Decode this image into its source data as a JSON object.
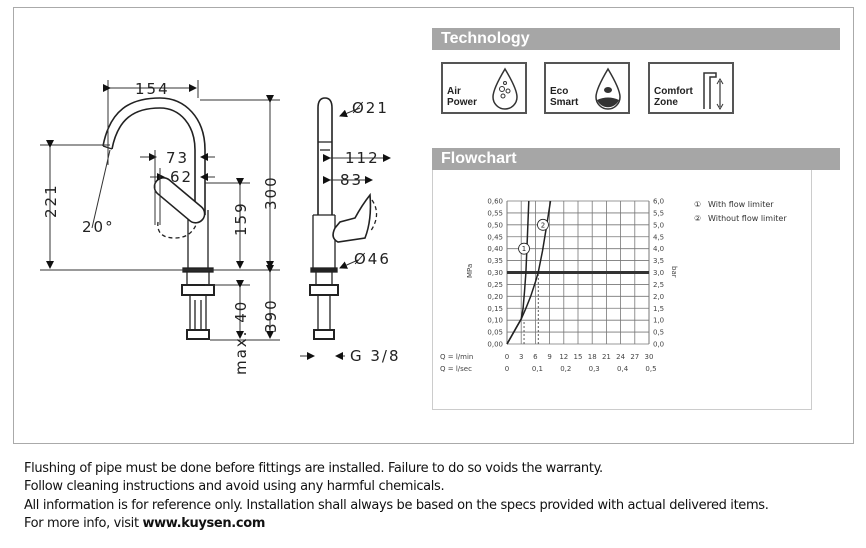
{
  "drawing": {
    "dimensions": {
      "spout_reach": "154",
      "spout_height": "221",
      "angle": "20°",
      "handle_73": "73",
      "handle_62": "62",
      "handle_height": "159",
      "total_height": "300",
      "max_40": "max. 40",
      "hose_390": "390",
      "spout_dia": "Ø21",
      "side_112": "112",
      "side_83": "83",
      "base_dia": "Ø46",
      "thread": "G 3/8"
    }
  },
  "technology": {
    "title": "Technology",
    "items": [
      {
        "line1": "Air",
        "line2": "Power",
        "icon": "air-power-drop-icon"
      },
      {
        "line1": "Eco",
        "line2": "Smart",
        "icon": "eco-smart-drop-icon"
      },
      {
        "line1": "Comfort",
        "line2": "Zone",
        "icon": "comfort-zone-faucet-icon"
      }
    ]
  },
  "flowchart": {
    "title": "Flowchart"
  },
  "chart_data": {
    "type": "line",
    "title": "",
    "ylabel": "MPa",
    "ylabel_right": "bar",
    "xlabel_prefix": "Q = l/min",
    "xlabel2_prefix": "Q = l/sec",
    "xlim": [
      0,
      30
    ],
    "ylim": [
      0,
      0.6
    ],
    "grid": true,
    "y_ticks": [
      "0,00",
      "0,05",
      "0,10",
      "0,15",
      "0,20",
      "0,25",
      "0,30",
      "0,35",
      "0,40",
      "0,45",
      "0,50",
      "0,55",
      "0,60"
    ],
    "y_ticks_right": [
      "0,0",
      "0,5",
      "1,0",
      "1,5",
      "2,0",
      "2,5",
      "3,0",
      "3,5",
      "4,0",
      "4,5",
      "5,0",
      "5,5",
      "6,0"
    ],
    "x_ticks": [
      "0",
      "3",
      "6",
      "9",
      "12",
      "15",
      "18",
      "21",
      "24",
      "27",
      "30"
    ],
    "x_ticks2": [
      {
        "v": 0,
        "t": "0"
      },
      {
        "v": 6,
        "t": "0,1"
      },
      {
        "v": 12,
        "t": "0,2"
      },
      {
        "v": 18,
        "t": "0,3"
      },
      {
        "v": 24,
        "t": "0,4"
      },
      {
        "v": 30,
        "t": "0,5"
      }
    ],
    "reference_line": 0.3,
    "series": [
      {
        "name": "With flow limiter",
        "marker": "1",
        "label_at": [
          3.6,
          0.4
        ],
        "x": [
          0,
          1,
          2,
          3,
          3.4,
          3.7,
          4.0,
          4.3,
          4.6
        ],
        "y": [
          0,
          0.035,
          0.07,
          0.105,
          0.15,
          0.22,
          0.3,
          0.45,
          0.6
        ],
        "dashed_at": 3.6
      },
      {
        "name": "Without flow limiter",
        "marker": "2",
        "label_at": [
          7.6,
          0.5
        ],
        "x": [
          0,
          1,
          2,
          3,
          4,
          5,
          6,
          6.6,
          7.5,
          8.4,
          9.2
        ],
        "y": [
          0,
          0.035,
          0.07,
          0.105,
          0.15,
          0.2,
          0.26,
          0.3,
          0.39,
          0.5,
          0.6
        ],
        "dashed_at": 6.6
      }
    ],
    "legend": [
      {
        "symbol": "①",
        "text": "With flow limiter"
      },
      {
        "symbol": "②",
        "text": "Without flow limiter"
      }
    ],
    "legend_placement": "right"
  },
  "notes": {
    "line1": "Flushing of pipe must be done before fittings are installed. Failure to do so voids the warranty.",
    "line2": "Follow cleaning instructions and avoid using any harmful chemicals.",
    "line3": "All information is for reference only. Installation shall always be based on the specs provided with actual delivered items.",
    "line4_prefix": "For more info, visit ",
    "line4_link": "www.kuysen.com"
  }
}
